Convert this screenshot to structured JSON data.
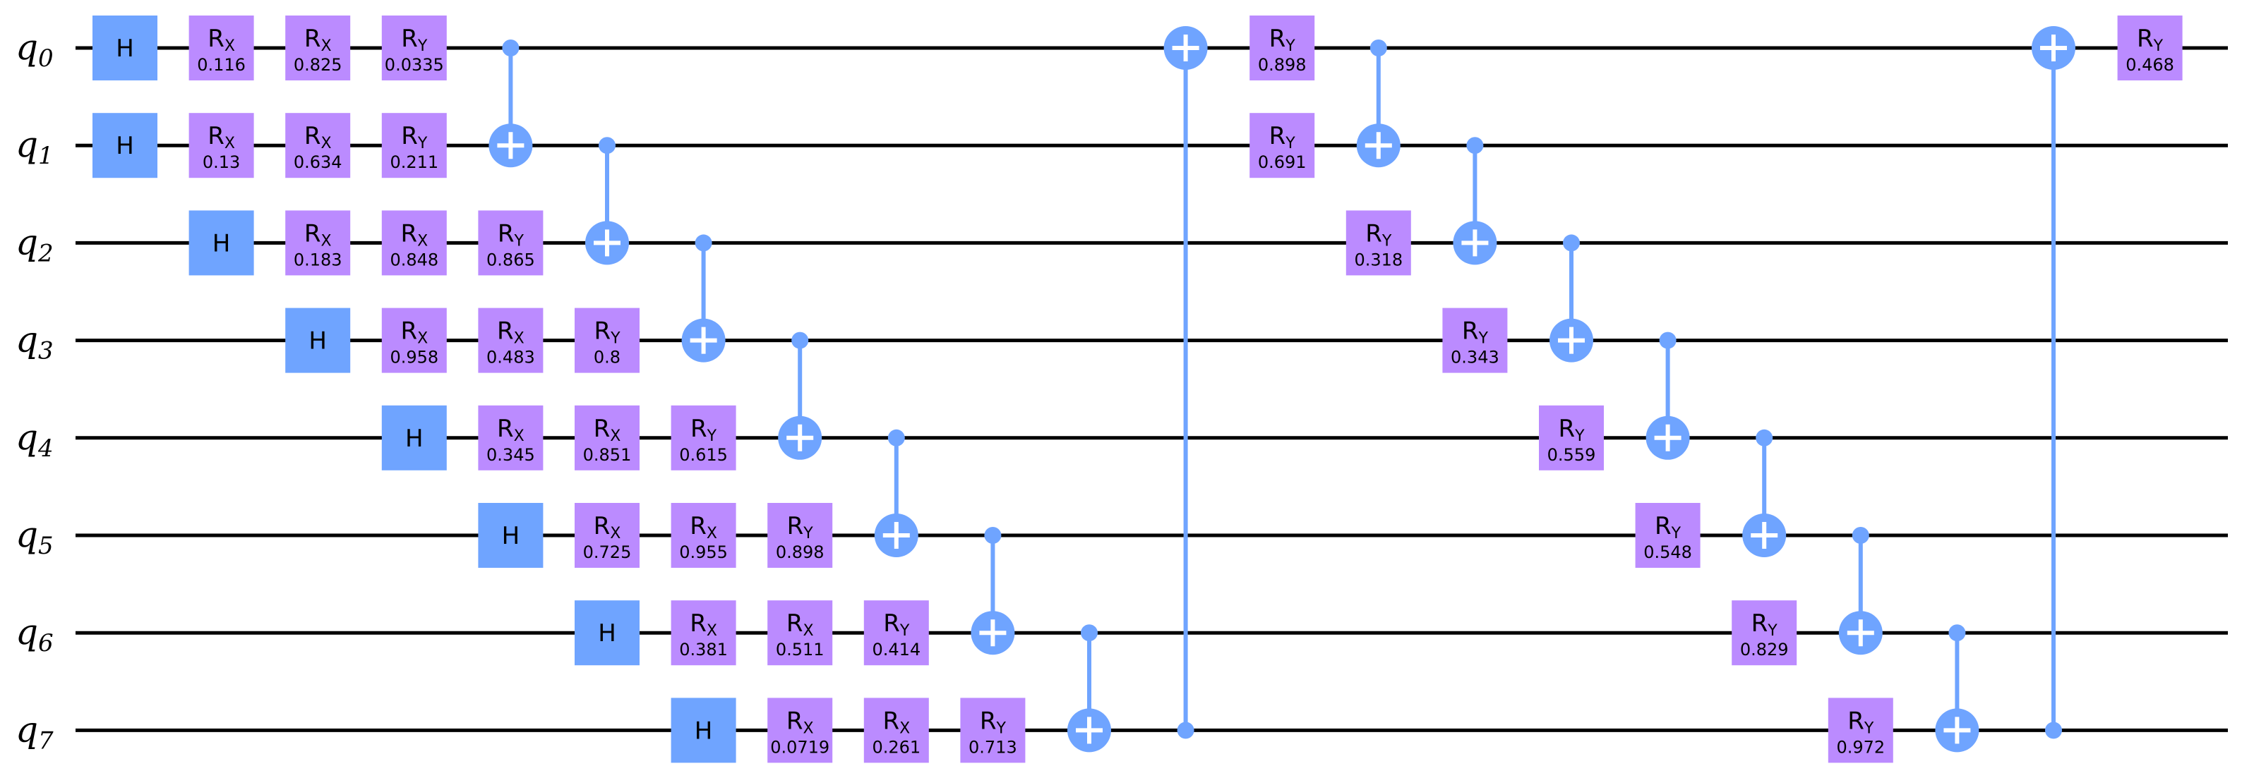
{
  "diagram": {
    "num_qubits": 8,
    "qubit_prefix": "q",
    "colors": {
      "hadamard": "#6fa4ff",
      "rotation": "#bb8bff",
      "cx": "#6fa4ff",
      "wire": "#000000"
    },
    "operations": [
      {
        "type": "H",
        "qubit": 0,
        "col": 0
      },
      {
        "type": "H",
        "qubit": 1,
        "col": 0
      },
      {
        "type": "RX",
        "qubit": 0,
        "col": 1,
        "param": "0.116"
      },
      {
        "type": "RX",
        "qubit": 1,
        "col": 1,
        "param": "0.13"
      },
      {
        "type": "H",
        "qubit": 2,
        "col": 1
      },
      {
        "type": "RX",
        "qubit": 0,
        "col": 2,
        "param": "0.825"
      },
      {
        "type": "RX",
        "qubit": 1,
        "col": 2,
        "param": "0.634"
      },
      {
        "type": "RX",
        "qubit": 2,
        "col": 2,
        "param": "0.183"
      },
      {
        "type": "H",
        "qubit": 3,
        "col": 2
      },
      {
        "type": "RY",
        "qubit": 0,
        "col": 3,
        "param": "0.0335"
      },
      {
        "type": "RY",
        "qubit": 1,
        "col": 3,
        "param": "0.211"
      },
      {
        "type": "RX",
        "qubit": 2,
        "col": 3,
        "param": "0.848"
      },
      {
        "type": "RX",
        "qubit": 3,
        "col": 3,
        "param": "0.958"
      },
      {
        "type": "H",
        "qubit": 4,
        "col": 3
      },
      {
        "type": "CX",
        "control": 0,
        "target": 1,
        "col": 4
      },
      {
        "type": "RY",
        "qubit": 2,
        "col": 4,
        "param": "0.865"
      },
      {
        "type": "RX",
        "qubit": 3,
        "col": 4,
        "param": "0.483"
      },
      {
        "type": "RX",
        "qubit": 4,
        "col": 4,
        "param": "0.345"
      },
      {
        "type": "H",
        "qubit": 5,
        "col": 4
      },
      {
        "type": "CX",
        "control": 1,
        "target": 2,
        "col": 5
      },
      {
        "type": "RY",
        "qubit": 3,
        "col": 5,
        "param": "0.8"
      },
      {
        "type": "RX",
        "qubit": 4,
        "col": 5,
        "param": "0.851"
      },
      {
        "type": "RX",
        "qubit": 5,
        "col": 5,
        "param": "0.725"
      },
      {
        "type": "H",
        "qubit": 6,
        "col": 5
      },
      {
        "type": "CX",
        "control": 2,
        "target": 3,
        "col": 6
      },
      {
        "type": "RY",
        "qubit": 4,
        "col": 6,
        "param": "0.615"
      },
      {
        "type": "RX",
        "qubit": 5,
        "col": 6,
        "param": "0.955"
      },
      {
        "type": "RX",
        "qubit": 6,
        "col": 6,
        "param": "0.381"
      },
      {
        "type": "H",
        "qubit": 7,
        "col": 6
      },
      {
        "type": "CX",
        "control": 3,
        "target": 4,
        "col": 7
      },
      {
        "type": "RY",
        "qubit": 5,
        "col": 7,
        "param": "0.898"
      },
      {
        "type": "RX",
        "qubit": 6,
        "col": 7,
        "param": "0.511"
      },
      {
        "type": "RX",
        "qubit": 7,
        "col": 7,
        "param": "0.0719"
      },
      {
        "type": "CX",
        "control": 4,
        "target": 5,
        "col": 8
      },
      {
        "type": "RY",
        "qubit": 6,
        "col": 8,
        "param": "0.414"
      },
      {
        "type": "RX",
        "qubit": 7,
        "col": 8,
        "param": "0.261"
      },
      {
        "type": "CX",
        "control": 5,
        "target": 6,
        "col": 9
      },
      {
        "type": "RY",
        "qubit": 7,
        "col": 9,
        "param": "0.713"
      },
      {
        "type": "CX",
        "control": 6,
        "target": 7,
        "col": 10
      },
      {
        "type": "CX",
        "control": 7,
        "target": 0,
        "col": 11
      },
      {
        "type": "RY",
        "qubit": 0,
        "col": 12,
        "param": "0.898"
      },
      {
        "type": "RY",
        "qubit": 1,
        "col": 12,
        "param": "0.691"
      },
      {
        "type": "CX",
        "control": 0,
        "target": 1,
        "col": 13
      },
      {
        "type": "RY",
        "qubit": 2,
        "col": 13,
        "param": "0.318"
      },
      {
        "type": "CX",
        "control": 1,
        "target": 2,
        "col": 14
      },
      {
        "type": "RY",
        "qubit": 3,
        "col": 14,
        "param": "0.343"
      },
      {
        "type": "CX",
        "control": 2,
        "target": 3,
        "col": 15
      },
      {
        "type": "RY",
        "qubit": 4,
        "col": 15,
        "param": "0.559"
      },
      {
        "type": "CX",
        "control": 3,
        "target": 4,
        "col": 16
      },
      {
        "type": "RY",
        "qubit": 5,
        "col": 16,
        "param": "0.548"
      },
      {
        "type": "CX",
        "control": 4,
        "target": 5,
        "col": 17
      },
      {
        "type": "RY",
        "qubit": 6,
        "col": 17,
        "param": "0.829"
      },
      {
        "type": "CX",
        "control": 5,
        "target": 6,
        "col": 18
      },
      {
        "type": "RY",
        "qubit": 7,
        "col": 18,
        "param": "0.972"
      },
      {
        "type": "CX",
        "control": 6,
        "target": 7,
        "col": 19
      },
      {
        "type": "CX",
        "control": 7,
        "target": 0,
        "col": 20
      },
      {
        "type": "RY",
        "qubit": 0,
        "col": 21,
        "param": "0.468"
      }
    ]
  }
}
